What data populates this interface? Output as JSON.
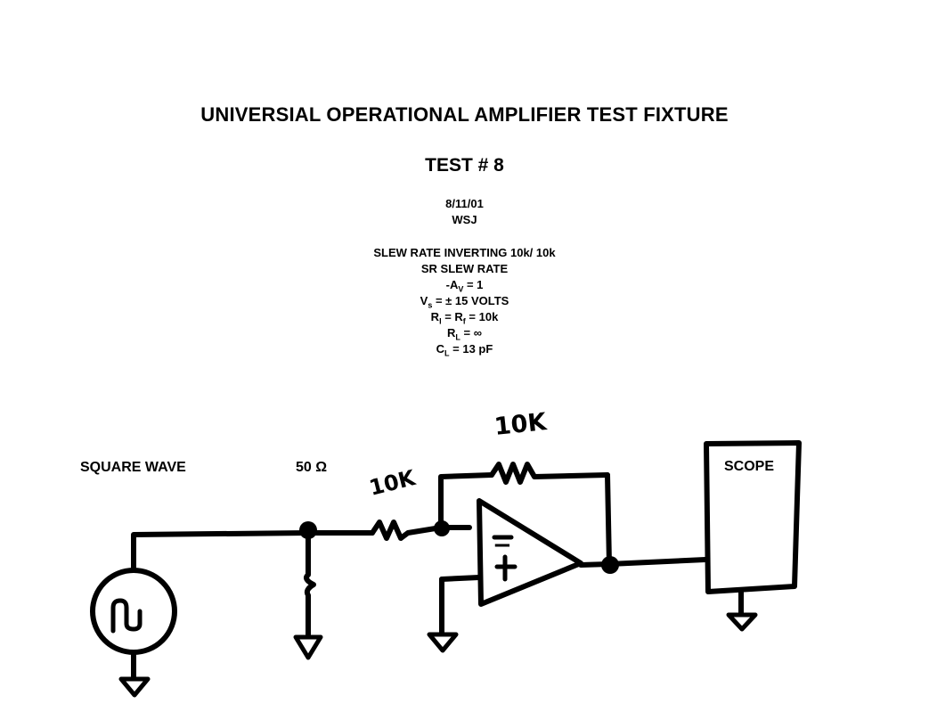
{
  "header": {
    "title": "UNIVERSIAL OPERATIONAL AMPLIFIER TEST FIXTURE",
    "test_number": "TEST # 8",
    "date": "8/11/01",
    "author": "WSJ"
  },
  "test_conditions": {
    "name": "SLEW RATE INVERTING 10k/ 10k",
    "parameter": "SR SLEW RATE",
    "gain": {
      "prefix": "-A",
      "sub": "V",
      "suffix": " = 1"
    },
    "supply": {
      "prefix": "V",
      "sub": "s",
      "suffix": " = ± 15 VOLTS"
    },
    "resistors": {
      "p1": "R",
      "s1": "I",
      "mid": " = R",
      "s2": "f",
      "suffix": " = 10k"
    },
    "load_resistance": {
      "prefix": "R",
      "sub": "L",
      "suffix": " = ∞"
    },
    "load_capacitance": {
      "prefix": "C",
      "sub": "L",
      "suffix": " = 13 pF"
    }
  },
  "schematic": {
    "source_label": "SQUARE WAVE",
    "termination_label": "50 Ω",
    "input_resistor_label": "10K",
    "feedback_resistor_label": "10K",
    "scope_label": "SCOPE",
    "opamp_inverting_sign": "−",
    "opamp_noninverting_sign": "+",
    "icons": [
      "square-wave-source-icon",
      "ground-icon",
      "resistor-icon",
      "opamp-icon",
      "scope-box-icon"
    ]
  }
}
